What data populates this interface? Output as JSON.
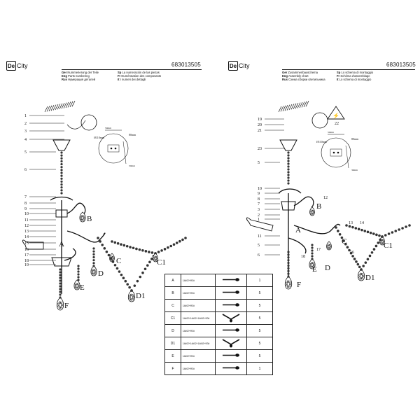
{
  "brand": "De City",
  "brand_mark": "De",
  "brand_rest": "City",
  "product_code": "683013505",
  "left_langs": [
    {
      "k": "Ger",
      "v": "Nummerierung der Teile"
    },
    {
      "k": "Eng",
      "v": "Parts numbering"
    },
    {
      "k": "Rus",
      "v": "Нумерация деталей"
    },
    {
      "k": "Sp",
      "v": "La numeración de las piezas"
    },
    {
      "k": "Fr",
      "v": "Numérotation des composants"
    },
    {
      "k": "It",
      "v": "I numeri dei dettagli"
    }
  ],
  "right_langs": [
    {
      "k": "Ger",
      "v": "Zusammenbauschema"
    },
    {
      "k": "Eng",
      "v": "Assembly chart"
    },
    {
      "k": "Rus",
      "v": "Схема сборки светильника"
    },
    {
      "k": "Sp",
      "v": "Lo schema di montaggio"
    },
    {
      "k": "Fr",
      "v": "Schéma d'assemblage"
    },
    {
      "k": "It",
      "v": "Lo schema di montaggio"
    }
  ],
  "left_numbers": [
    "1",
    "2",
    "3",
    "4",
    "5",
    "6",
    "7",
    "8",
    "9",
    "10",
    "11",
    "12",
    "13",
    "14",
    "15",
    "16",
    "17",
    "18",
    "19"
  ],
  "left_letters": [
    "A",
    "B",
    "C",
    "C1",
    "D",
    "D1",
    "E",
    "F"
  ],
  "right_numbers_left": [
    "19",
    "20",
    "21",
    "23",
    "5",
    "10",
    "9",
    "8",
    "7",
    "3",
    "2",
    "1",
    "11",
    "5",
    "6"
  ],
  "right_numbers_inline": [
    "22",
    "12",
    "13",
    "14",
    "17",
    "16",
    "18"
  ],
  "right_letters": [
    "A",
    "B",
    "C",
    "C1",
    "D",
    "D1",
    "E",
    "F"
  ],
  "dims": {
    "d1": "Ø110mm",
    "d2": "50mm",
    "d3": "80mm",
    "d4": "30mm",
    "d5": "10mm"
  },
  "table": [
    {
      "key": "A",
      "code": "14#02+ФЗ#",
      "qty": "1"
    },
    {
      "key": "B",
      "code": "14#02+ФЗ#",
      "qty": "5"
    },
    {
      "key": "C",
      "code": "14#02+ФЗ#",
      "qty": "5"
    },
    {
      "key": "C1",
      "code": "14#02+14#02+14#02+ФЗ#",
      "qty": "5"
    },
    {
      "key": "D",
      "code": "14#02+ФЗ#",
      "qty": "5"
    },
    {
      "key": "D1",
      "code": "14#02+14#02+14#02+ФЗ#",
      "qty": "5"
    },
    {
      "key": "E",
      "code": "14#02+ФЗ#",
      "qty": "5"
    },
    {
      "key": "F",
      "code": "14#02+ФЗ#",
      "qty": "1"
    }
  ],
  "colors": {
    "ink": "#111111",
    "chain": "#333333"
  }
}
